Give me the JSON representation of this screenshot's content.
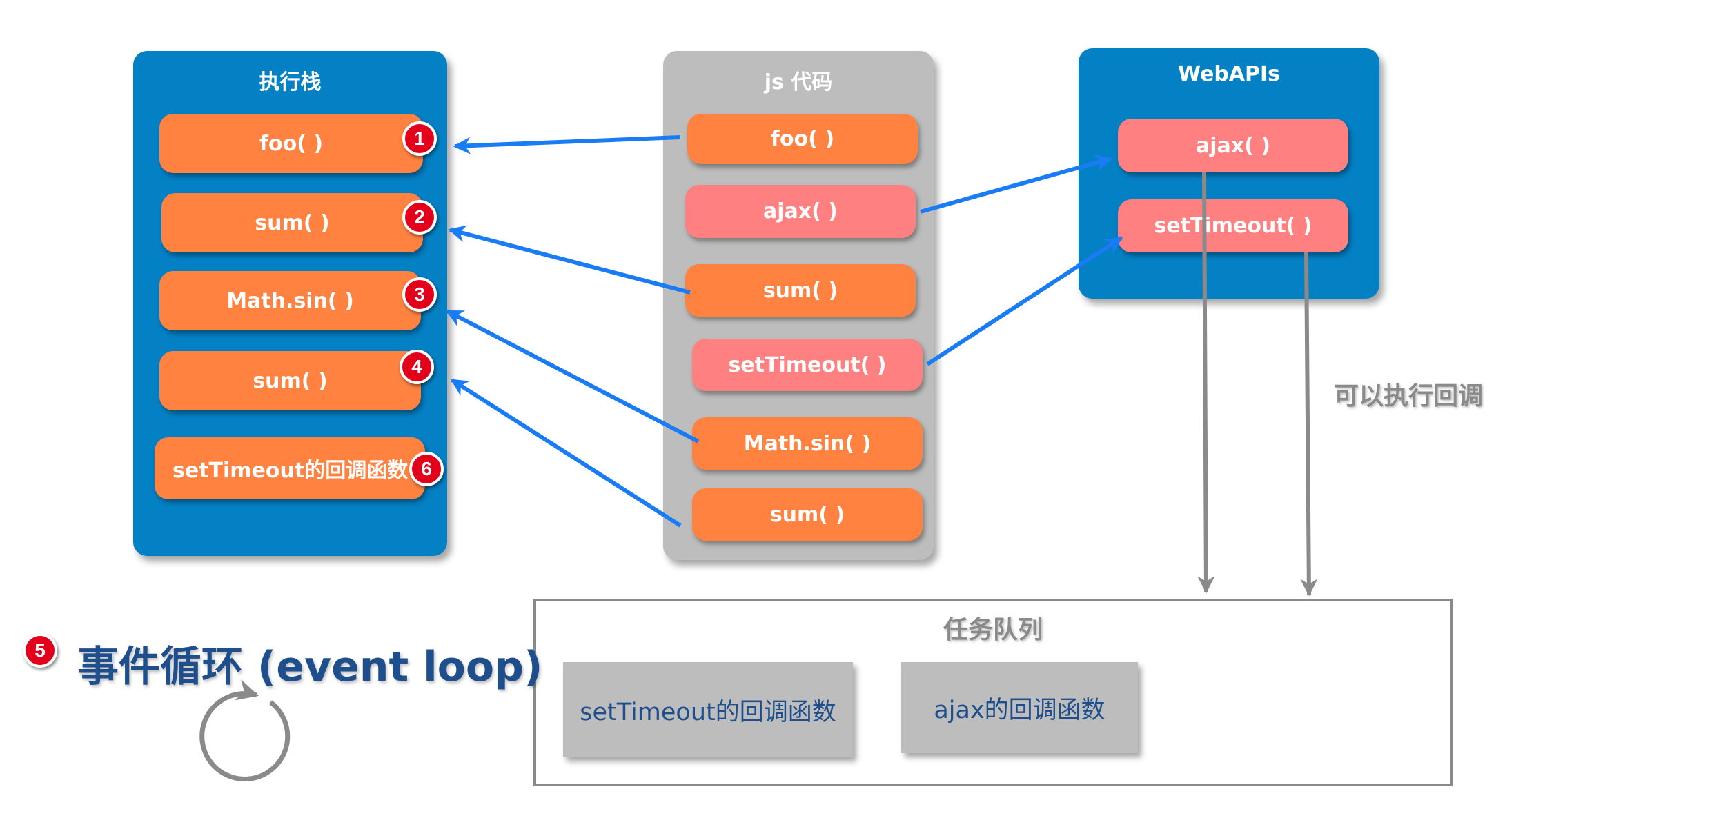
{
  "stack": {
    "title": "执行栈",
    "items": [
      {
        "label": "foo( )",
        "badge": "1"
      },
      {
        "label": "sum( )",
        "badge": "2"
      },
      {
        "label": "Math.sin( )",
        "badge": "3"
      },
      {
        "label": "sum( )",
        "badge": "4"
      },
      {
        "label": "setTimeout的回调函数",
        "badge": "6"
      }
    ]
  },
  "code": {
    "title": "js 代码",
    "items": [
      "foo( )",
      "ajax( )",
      "sum( )",
      "setTimeout( )",
      "Math.sin( )",
      "sum( )"
    ]
  },
  "webapis": {
    "title": "WebAPIs",
    "items": [
      "ajax( )",
      "setTimeout( )"
    ]
  },
  "side_label": "可以执行回调",
  "queue": {
    "title": "任务队列",
    "items": [
      "setTimeout的回调函数",
      "ajax的回调函数"
    ]
  },
  "event_loop": {
    "badge": "5",
    "label": "事件循环 (event loop)"
  },
  "colors": {
    "panel_blue": "#0480c5",
    "panel_gray": "#bdbdbd",
    "sync_item": "#ff8240",
    "async_item": "#ff8080",
    "arrow_blue": "#1a7cf5",
    "arrow_gray": "#8a8a8a",
    "badge_red": "#e3001b",
    "queue_text": "#1f4e8c"
  }
}
